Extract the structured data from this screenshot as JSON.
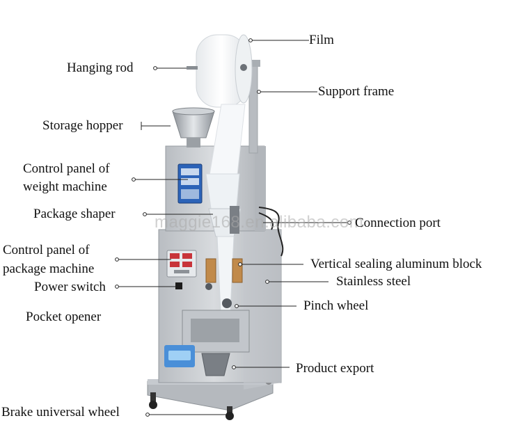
{
  "labels": {
    "film": "Film",
    "hanging_rod": "Hanging rod",
    "support_frame": "Support frame",
    "storage_hopper": "Storage hopper",
    "control_panel_weight_l1": "Control panel of",
    "control_panel_weight_l2": "weight machine",
    "package_shaper": "Package shaper",
    "connection_port": "Connection port",
    "control_panel_package_l1": "Control panel of",
    "control_panel_package_l2": "package machine",
    "vertical_sealing": "Vertical sealing aluminum block",
    "power_switch": "Power switch",
    "stainless_steel": "Stainless steel",
    "pinch_wheel": "Pinch wheel",
    "pocket_opener": "Pocket opener",
    "product_export": "Product export",
    "brake_wheel": "Brake universal wheel"
  },
  "watermark": "maggie168.en.alibaba.com",
  "colors": {
    "steel": "#c9cdd1",
    "steel_dark": "#9ea3a8",
    "film": "#f4f6f8",
    "panel_blue": "#2c63b8",
    "line": "#222222"
  }
}
